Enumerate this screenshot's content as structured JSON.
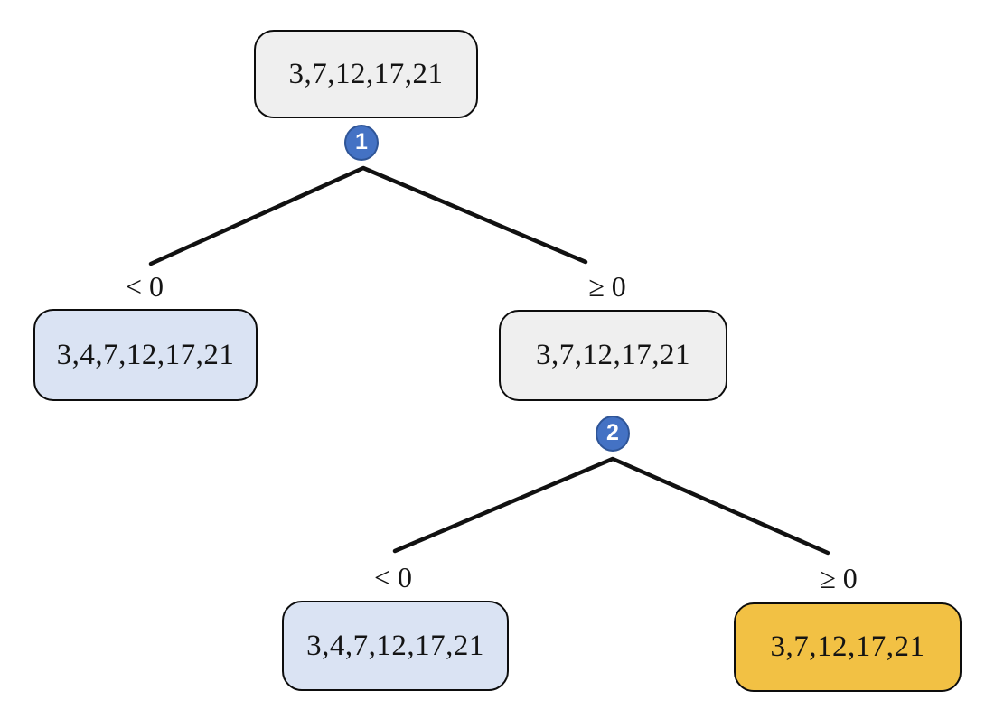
{
  "diagram": {
    "type": "binary-tree",
    "background": "#ffffff",
    "colors": {
      "node_gray": "#efefef",
      "node_blue": "#dae3f3",
      "node_amber": "#f2c144",
      "node_border": "#0d0d0d",
      "badge_fill": "#4472c4",
      "badge_border": "#2f5597",
      "badge_text": "#ffffff",
      "edge": "#111111",
      "text": "#141414"
    },
    "nodes": [
      {
        "id": "root",
        "label": "3,7,12,17,21",
        "variant": "gray"
      },
      {
        "id": "level1-left",
        "label": "3,4,7,12,17,21",
        "variant": "blue"
      },
      {
        "id": "level1-right",
        "label": "3,7,12,17,21",
        "variant": "gray"
      },
      {
        "id": "level2-left",
        "label": "3,4,7,12,17,21",
        "variant": "blue"
      },
      {
        "id": "level2-right",
        "label": "3,7,12,17,21",
        "variant": "amber"
      }
    ],
    "step_badges": [
      {
        "label": "1"
      },
      {
        "label": "2"
      }
    ],
    "edge_labels": [
      {
        "id": "level1-left-condition",
        "label": "< 0"
      },
      {
        "id": "level1-right-condition",
        "label": "≥ 0"
      },
      {
        "id": "level2-left-condition",
        "label": "< 0"
      },
      {
        "id": "level2-right-condition",
        "label": "≥ 0"
      }
    ]
  }
}
